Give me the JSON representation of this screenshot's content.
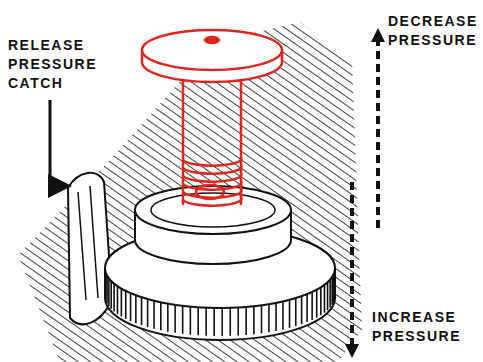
{
  "diagram": {
    "labels": [
      "RELEASE PRESSURE CATCH",
      "DECREASE PRESSURE",
      "INCREASE PRESSURE"
    ]
  }
}
